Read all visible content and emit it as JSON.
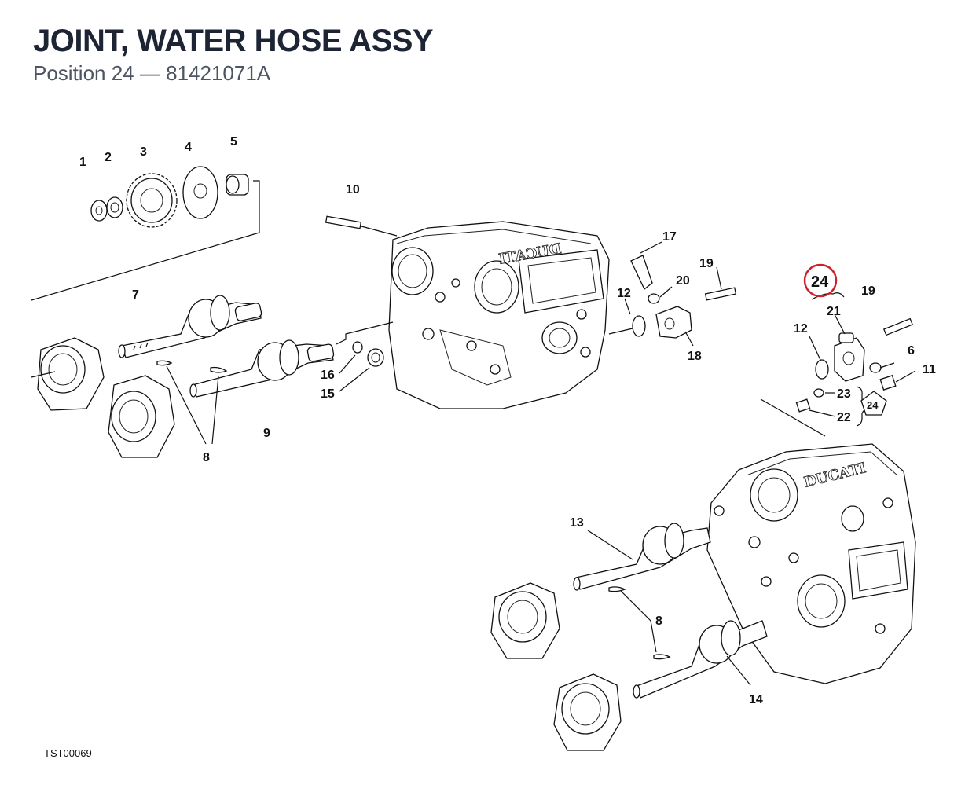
{
  "header": {
    "title": "JOINT, WATER HOSE ASSY",
    "position_label": "Position 24",
    "separator": "—",
    "part_number": "81421071A"
  },
  "diagram": {
    "highlight_color": "#d0202a",
    "highlighted_position": "24",
    "drawing_code": "TST00069",
    "brand_marks": [
      "DUCATI",
      "DUCATI"
    ],
    "callouts": [
      "1",
      "2",
      "3",
      "4",
      "5",
      "7",
      "8",
      "8",
      "8",
      "9",
      "10",
      "12",
      "12",
      "13",
      "14",
      "15",
      "16",
      "17",
      "18",
      "19",
      "19",
      "20",
      "21",
      "6",
      "11",
      "23",
      "22",
      "24"
    ]
  }
}
